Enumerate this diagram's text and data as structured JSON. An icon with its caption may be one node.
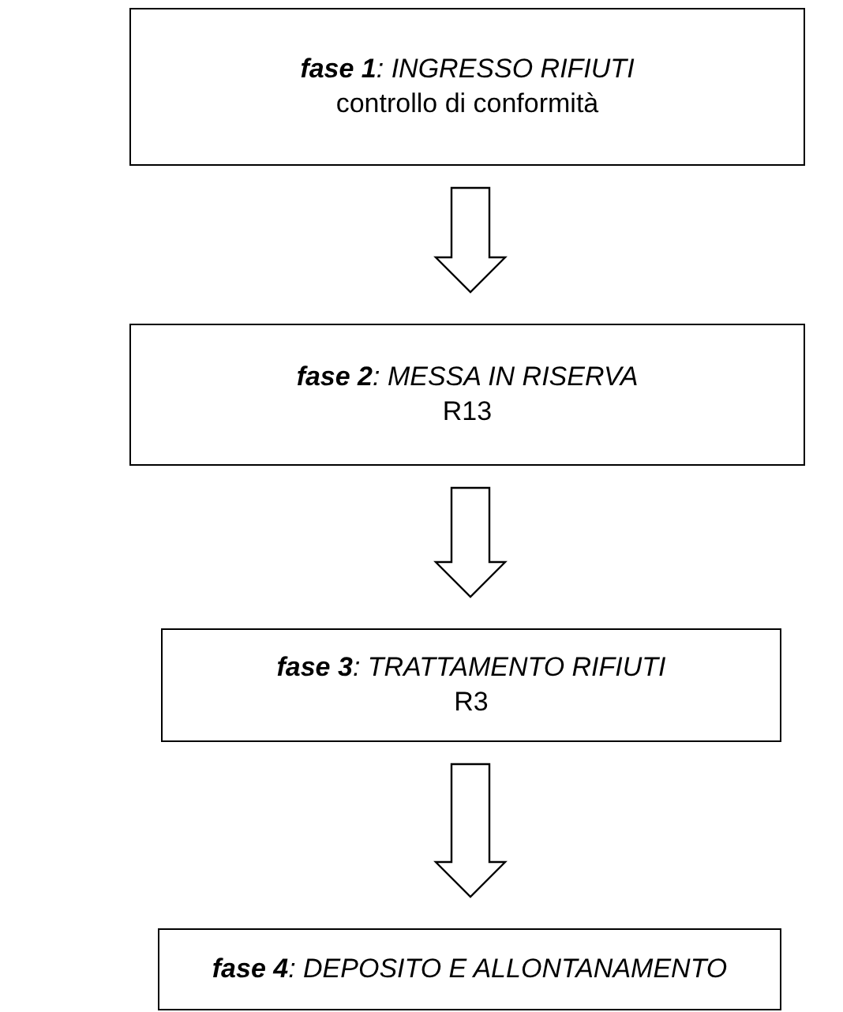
{
  "diagram": {
    "nodes": [
      {
        "text": [
          "**fase 1**: INGRESSO RIFIUTI",
          "controllo di conformità"
        ]
      },
      {
        "text": [
          "**fase 2**: MESSA IN RISERVA",
          "R13"
        ]
      },
      {
        "text": [
          "**fase 3**: TRATTAMENTO RIFIUTI",
          "R3"
        ]
      },
      {
        "text": [
          "**fase 4**: DEPOSITO E ALLONTANAMENTO"
        ]
      }
    ],
    "edges": [
      {
        "from": 0,
        "to": 1,
        "arrow": "to"
      },
      {
        "from": 1,
        "to": 2,
        "arrow": "to"
      },
      {
        "from": 2,
        "to": 3,
        "arrow": "to"
      }
    ]
  }
}
